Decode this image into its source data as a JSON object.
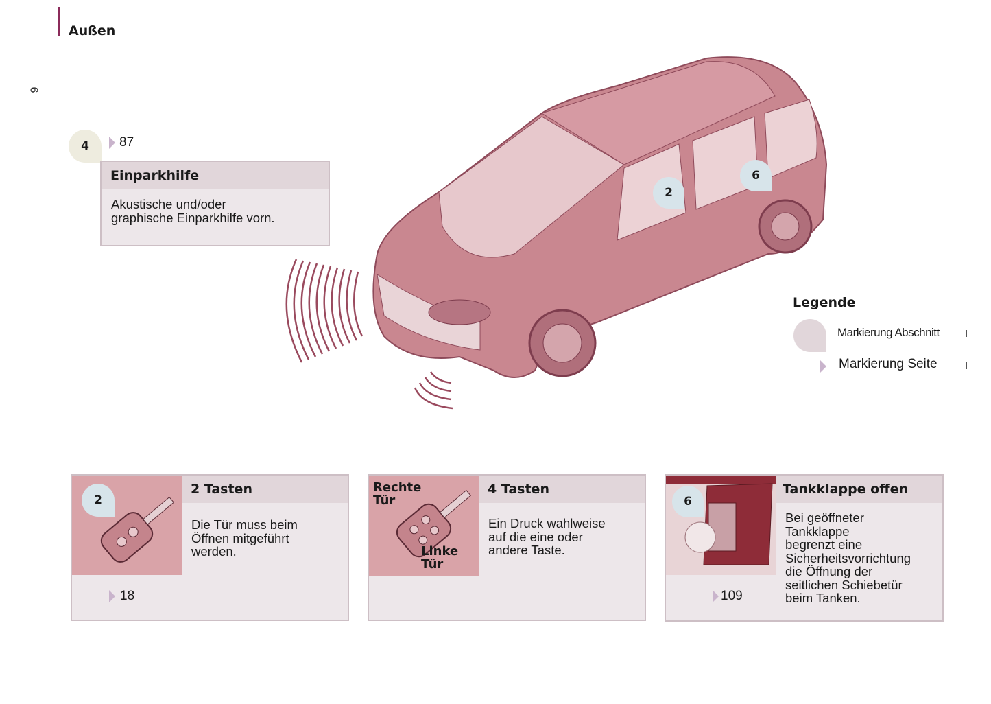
{
  "header": {
    "title": "Außen",
    "page_number": "6"
  },
  "parking": {
    "marker": "4",
    "page_ref": "87",
    "title": "Einparkhilfe",
    "text_lines": [
      "Akustische und/oder",
      "graphische Einparkhilfe vorn."
    ]
  },
  "car_markers": {
    "door": "2",
    "window": "6"
  },
  "legend": {
    "title": "Legende",
    "section_label": "Markierung Abschnitt",
    "page_label": "Markierung Seite"
  },
  "cards": [
    {
      "marker": "2",
      "title": "2 Tasten",
      "text_lines": [
        "Die Tür muss beim",
        "Öffnen mitgeführt",
        "werden."
      ],
      "page_ref": "18"
    },
    {
      "title": "4 Tasten",
      "text_lines": [
        "Ein Druck wahlweise",
        "auf die eine oder",
        "andere Taste."
      ],
      "image_labels": {
        "right": [
          "Rechte",
          "Tür"
        ],
        "left": [
          "Linke",
          "Tür"
        ]
      }
    },
    {
      "marker": "6",
      "title": "Tankklappe offen",
      "text_lines": [
        "Bei geöffneter",
        "Tankklappe",
        "begrenzt eine",
        "Sicherheitsvorrichtung",
        "die Öffnung der",
        "seitlichen Schiebetür",
        "beim Tanken."
      ],
      "page_ref": "109"
    }
  ],
  "colors": {
    "accent": "#8b2b5a",
    "car": "#c98790",
    "image_bg": "#d9a3a8"
  }
}
